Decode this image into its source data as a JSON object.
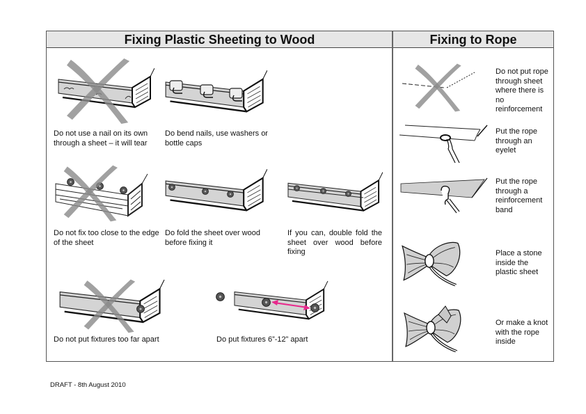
{
  "left_section": {
    "title": "Fixing Plastic Sheeting to Wood",
    "items": [
      {
        "caption": "Do not use a nail on its own through a sheet – it will tear",
        "verdict": "dont",
        "illustration": "nail-through-sheet-crossed"
      },
      {
        "caption": "Do bend nails, use washers or bottle caps",
        "verdict": "do",
        "illustration": "bent-nails-washers"
      },
      {
        "caption": "Do not fix too close to the edge of the sheet",
        "verdict": "dont",
        "illustration": "fix-near-edge-crossed"
      },
      {
        "caption": "Do fold the sheet over wood before fixing it",
        "verdict": "do",
        "illustration": "folded-sheet-on-wood"
      },
      {
        "caption": "If you can, double fold the sheet over wood before fixing",
        "verdict": "do",
        "illustration": "double-folded-sheet-on-wood"
      },
      {
        "caption": "Do not put fixtures too far apart",
        "verdict": "dont",
        "illustration": "fixtures-far-apart-crossed"
      },
      {
        "caption": "Do put fixtures 6”-12” apart",
        "verdict": "do",
        "illustration": "fixtures-spacing-arrow"
      }
    ]
  },
  "right_section": {
    "title": "Fixing to Rope",
    "items": [
      {
        "caption": "Do not put rope through sheet where there is no reinforcement",
        "verdict": "dont",
        "illustration": "rope-no-reinforcement-crossed"
      },
      {
        "caption": "Put the rope through an eyelet",
        "verdict": "do",
        "illustration": "rope-through-eyelet"
      },
      {
        "caption": "Put the rope through a reinforcement band",
        "verdict": "do",
        "illustration": "rope-through-band"
      },
      {
        "caption": "Place a stone inside the plastic sheet",
        "verdict": "do",
        "illustration": "stone-in-sheet-tied"
      },
      {
        "caption": "Or make a knot with the rope inside",
        "verdict": "do",
        "illustration": "knot-with-rope"
      }
    ]
  },
  "footer": {
    "text": "DRAFT - 8th August 2010"
  },
  "colors": {
    "header_bg": "#e6e6e6",
    "cross_mark": "#8a8a8a",
    "sheet_fill": "#d4d4d4",
    "spacing_arrow": "#e8288c"
  }
}
